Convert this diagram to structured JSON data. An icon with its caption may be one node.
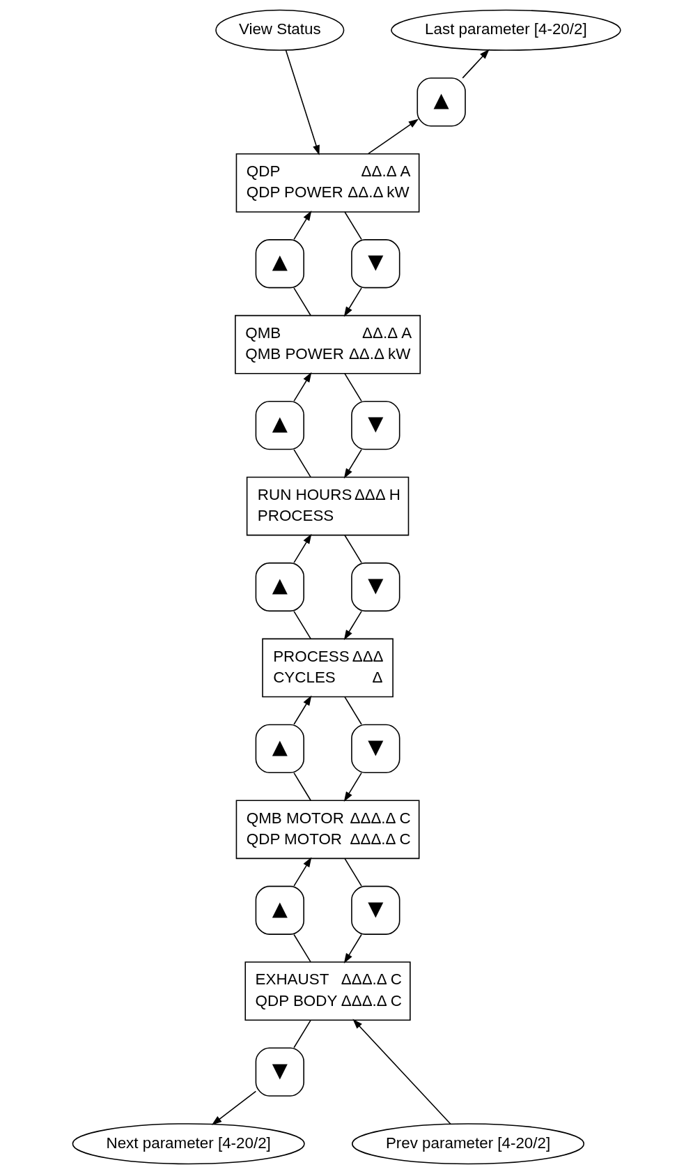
{
  "diagram": {
    "nodes": [
      {
        "text": [
          "View Status"
        ]
      },
      {
        "text": [
          "Last parameter [4-20/2]"
        ]
      },
      {
        "text": [
          "▲"
        ]
      },
      {
        "text": [
          "QDP",
          "ΔΔ.Δ A",
          "QDP POWER",
          "ΔΔ.Δ kW"
        ]
      },
      {
        "text": [
          "▲"
        ]
      },
      {
        "text": [
          "▼"
        ]
      },
      {
        "text": [
          "QMB",
          "ΔΔ.Δ A",
          "QMB POWER",
          "ΔΔ.Δ kW"
        ]
      },
      {
        "text": [
          "▲"
        ]
      },
      {
        "text": [
          "▼"
        ]
      },
      {
        "text": [
          "RUN HOURS",
          "ΔΔΔ H",
          "PROCESS"
        ]
      },
      {
        "text": [
          "▲"
        ]
      },
      {
        "text": [
          "▼"
        ]
      },
      {
        "text": [
          "PROCESS",
          "ΔΔΔ",
          "CYCLES",
          "Δ"
        ]
      },
      {
        "text": [
          "▲"
        ]
      },
      {
        "text": [
          "▼"
        ]
      },
      {
        "text": [
          "QMB MOTOR",
          "ΔΔΔ.Δ C",
          "QDP MOTOR",
          "ΔΔΔ.Δ C"
        ]
      },
      {
        "text": [
          "▲"
        ]
      },
      {
        "text": [
          "▼"
        ]
      },
      {
        "text": [
          "EXHAUST",
          "ΔΔΔ.Δ C",
          "QDP BODY",
          "ΔΔΔ.Δ C"
        ]
      },
      {
        "text": [
          "▼"
        ]
      },
      {
        "text": [
          "Prev parameter [4-20/2]"
        ]
      },
      {
        "text": [
          "Next parameter [4-20/2]"
        ]
      }
    ],
    "edges": [
      {
        "from": 0,
        "to": 3,
        "arrow": "to"
      },
      {
        "from": 3,
        "to": 2,
        "arrow": "to"
      },
      {
        "from": 2,
        "to": 1,
        "arrow": "to"
      },
      {
        "from": 6,
        "to": 4,
        "arrow": "none"
      },
      {
        "from": 4,
        "to": 3,
        "arrow": "to"
      },
      {
        "from": 3,
        "to": 5,
        "arrow": "none"
      },
      {
        "from": 5,
        "to": 6,
        "arrow": "to"
      },
      {
        "from": 9,
        "to": 7,
        "arrow": "none"
      },
      {
        "from": 7,
        "to": 6,
        "arrow": "to"
      },
      {
        "from": 6,
        "to": 8,
        "arrow": "none"
      },
      {
        "from": 8,
        "to": 9,
        "arrow": "to"
      },
      {
        "from": 12,
        "to": 10,
        "arrow": "none"
      },
      {
        "from": 10,
        "to": 9,
        "arrow": "to"
      },
      {
        "from": 9,
        "to": 11,
        "arrow": "none"
      },
      {
        "from": 11,
        "to": 12,
        "arrow": "to"
      },
      {
        "from": 15,
        "to": 13,
        "arrow": "none"
      },
      {
        "from": 13,
        "to": 12,
        "arrow": "to"
      },
      {
        "from": 12,
        "to": 14,
        "arrow": "none"
      },
      {
        "from": 14,
        "to": 15,
        "arrow": "to"
      },
      {
        "from": 18,
        "to": 16,
        "arrow": "none"
      },
      {
        "from": 16,
        "to": 15,
        "arrow": "to"
      },
      {
        "from": 15,
        "to": 17,
        "arrow": "none"
      },
      {
        "from": 17,
        "to": 18,
        "arrow": "to"
      },
      {
        "from": 20,
        "to": 18,
        "arrow": "to"
      },
      {
        "from": 18,
        "to": 19,
        "arrow": "none"
      },
      {
        "from": 19,
        "to": 21,
        "arrow": "to"
      }
    ]
  }
}
